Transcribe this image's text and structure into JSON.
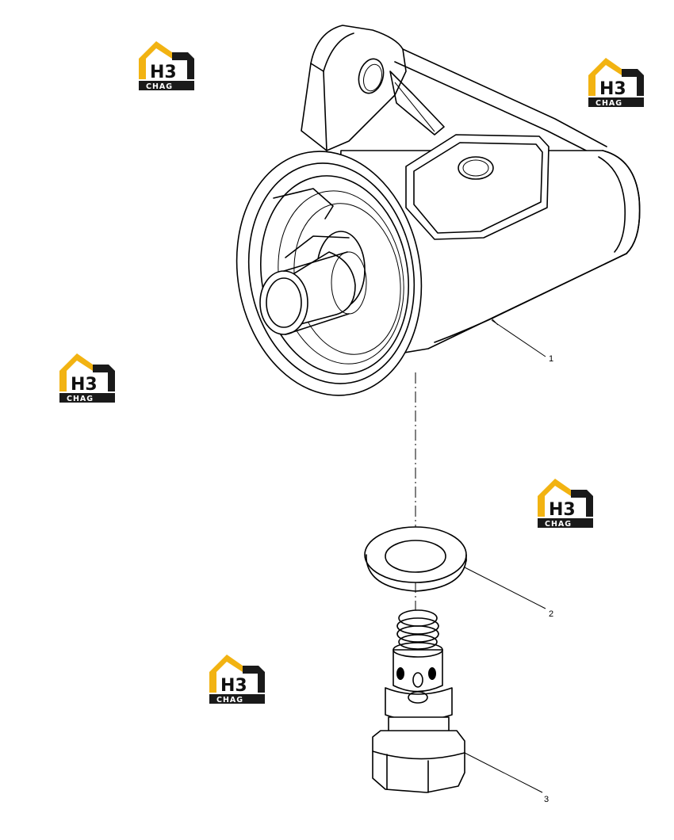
{
  "diagram": {
    "parts": [
      {
        "callout": "1"
      },
      {
        "callout": "2"
      },
      {
        "callout": "3"
      }
    ]
  },
  "watermark": {
    "logo_letters": "H3",
    "logo_text": "CHAG",
    "colors": {
      "roof": "#f2b312",
      "frame": "#1a1a1a",
      "text": "#ffffff"
    }
  }
}
